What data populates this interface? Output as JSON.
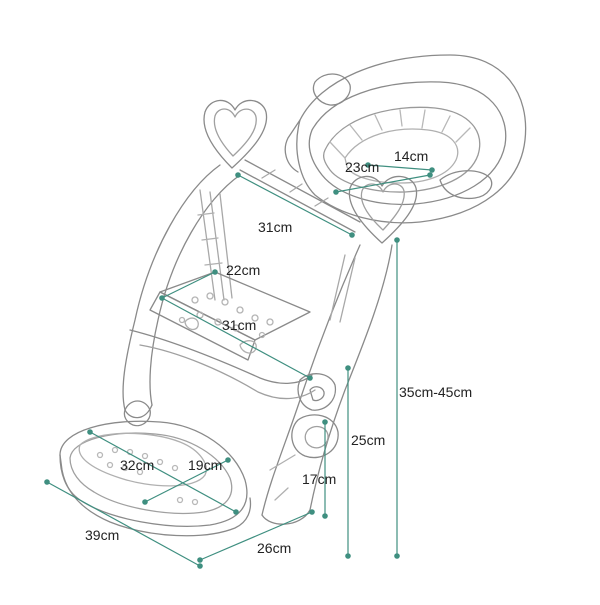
{
  "colors": {
    "outline": "#8a8a8a",
    "outline_light": "#c4c4c4",
    "dimension": "#3f8f80",
    "label": "#222222"
  },
  "dimensions": {
    "seat_inner_width": "23cm",
    "seat_inner_depth": "14cm",
    "frame_width": "31cm",
    "step_depth": "22cm",
    "step_width": "31cm",
    "seat_height_range": "35cm-45cm",
    "armrest_height": "25cm",
    "step_height": "17cm",
    "base_depth": "32cm",
    "base_width": "19cm",
    "total_length": "39cm",
    "base_length": "26cm"
  }
}
